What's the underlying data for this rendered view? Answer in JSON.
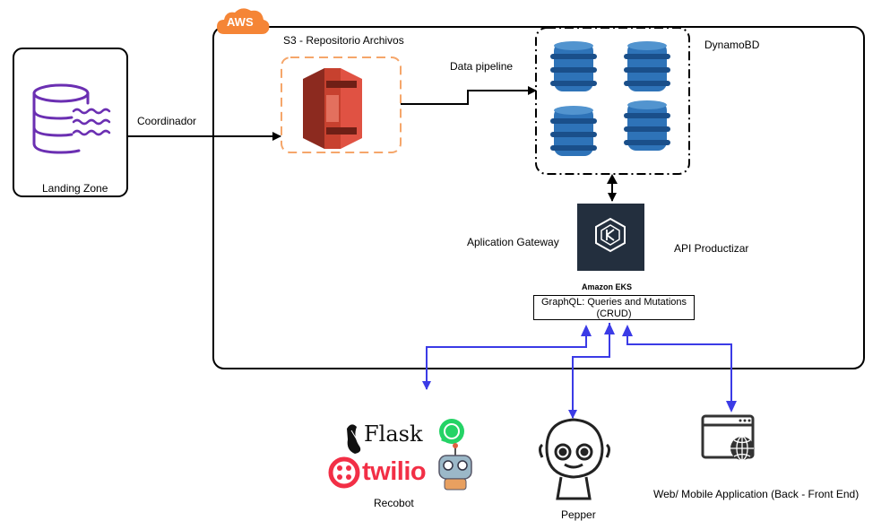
{
  "badges": {
    "aws": "AWS"
  },
  "labels": {
    "landing_zone": "Landing Zone",
    "coordinador": "Coordinador",
    "s3": "S3 - Repositorio Archivos",
    "data_pipeline": "Data pipeline",
    "dynamodb": "DynamoBD",
    "app_gateway": "Aplication Gateway",
    "api": "API Productizar",
    "eks": "Amazon EKS",
    "graphql_line1": "GraphQL: Queries and Mutations",
    "graphql_line2": "(CRUD)",
    "flask": "Flask",
    "twilio": "twilio",
    "recobot": "Recobot",
    "pepper": "Pepper",
    "web_mobile": "Web/ Mobile Application (Back - Front End)"
  },
  "colors": {
    "aws_orange": "#f58536",
    "s3_red": "#c7412f",
    "dynamo_blue": "#2e73b8",
    "eks_dark": "#232f3e",
    "client_arrow": "#3b3be6",
    "landing_purple": "#6b2fb2",
    "twilio_red": "#f22f46",
    "whatsapp_green": "#25d366"
  },
  "icons": [
    "database-icon",
    "s3-bucket-icon",
    "dynamodb-icon",
    "eks-icon",
    "flask-logo",
    "whatsapp-icon",
    "twilio-logo",
    "robot-icon",
    "pepper-robot-icon",
    "web-browser-icon"
  ]
}
